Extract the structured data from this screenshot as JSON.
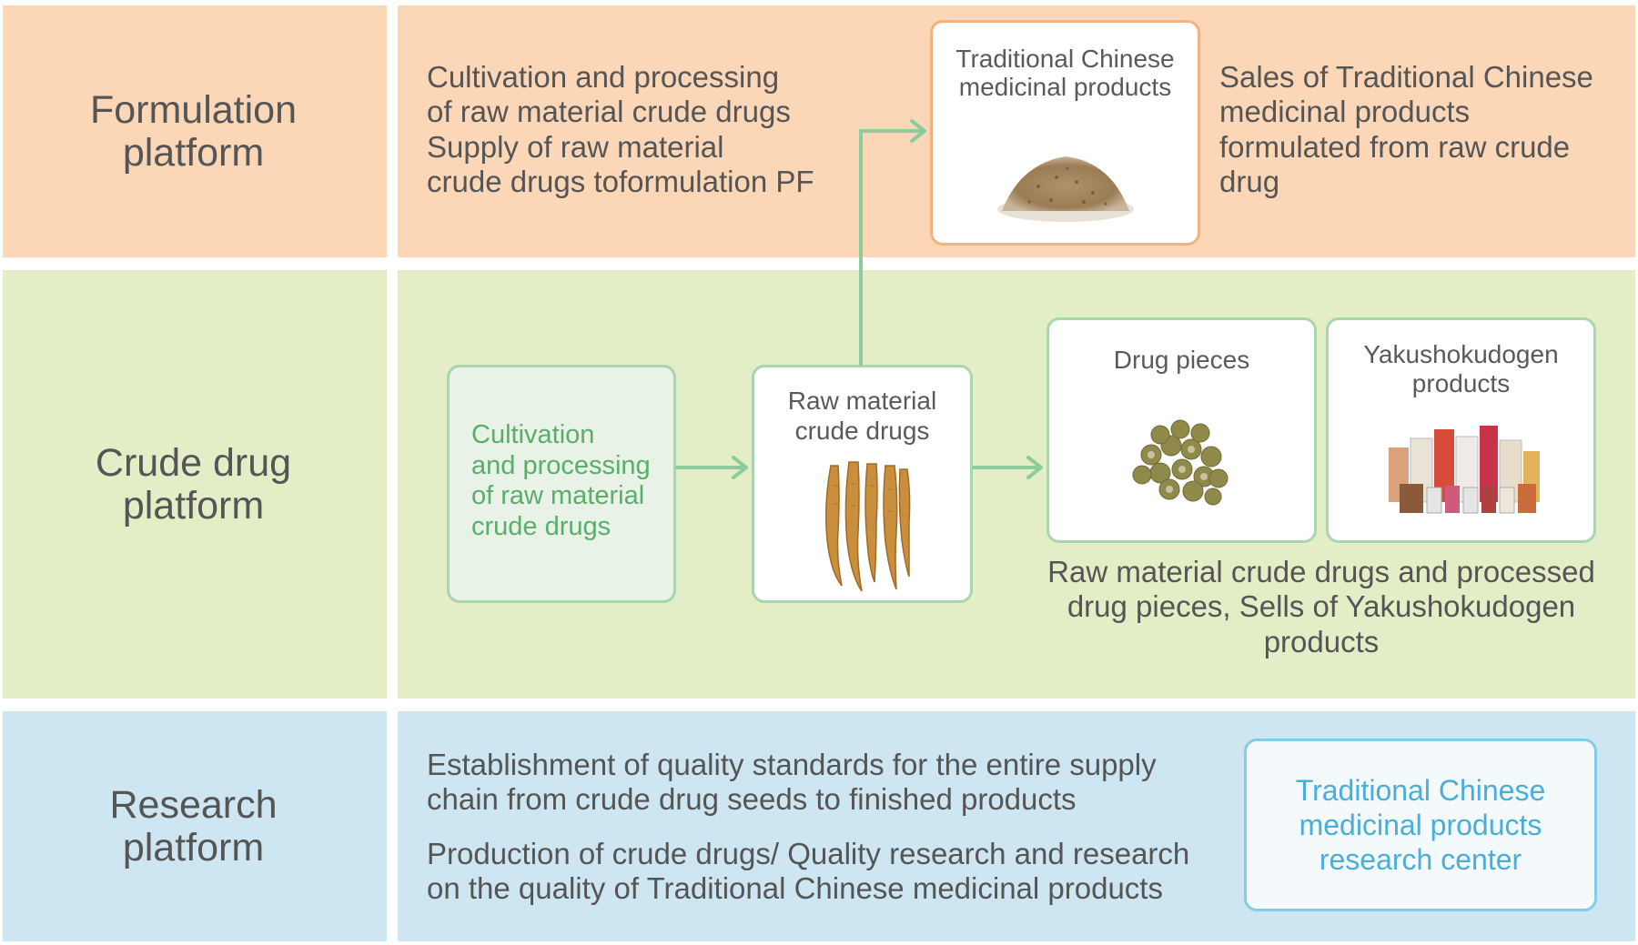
{
  "platforms": {
    "formulation": {
      "label": [
        "Formulation",
        "platform"
      ]
    },
    "crude": {
      "label": [
        "Crude drug",
        "platform"
      ]
    },
    "research": {
      "label": [
        "Research",
        "platform"
      ]
    }
  },
  "formulation": {
    "left_text": [
      "Cultivation and processing",
      "of raw material crude drugs",
      "Supply of raw material",
      "crude drugs toformulation PF"
    ],
    "product_box": {
      "title": [
        "Traditional Chinese",
        "medicinal products"
      ],
      "image": "powder-pile"
    },
    "right_text": [
      "Sales of Traditional Chinese",
      "medicinal products",
      "formulated from raw crude",
      "drug"
    ]
  },
  "crude": {
    "cultivation_box": [
      "Cultivation",
      "and processing",
      "of raw material",
      "crude drugs"
    ],
    "raw_box": {
      "title": [
        "Raw material",
        "crude drugs"
      ],
      "image": "ginseng-roots"
    },
    "pieces_box": {
      "title": [
        "Drug pieces"
      ],
      "image": "sliced-pieces"
    },
    "yaku_box": {
      "title": [
        "Yakushokudogen",
        "products"
      ],
      "image": "product-packages"
    },
    "caption": [
      "Raw material crude drugs and processed",
      "drug pieces, Sells of Yakushokudogen",
      "products"
    ]
  },
  "research": {
    "para1": [
      "Establishment of quality standards for the entire supply",
      "chain from crude drug seeds to finished products"
    ],
    "para2": [
      "Production of crude drugs/ Quality research and research",
      "on the quality of Traditional Chinese medicinal products"
    ],
    "center_box": [
      "Traditional Chinese",
      "medicinal products",
      "research center"
    ]
  },
  "colors": {
    "orange_band": "#fbd7b7",
    "green_band": "#e3edc6",
    "blue_band": "#cde6f1",
    "arrow_green": "#8ccc9c",
    "orange_border": "#f4b27f",
    "green_text": "#5aad6b",
    "blue_text": "#4aaed9"
  }
}
